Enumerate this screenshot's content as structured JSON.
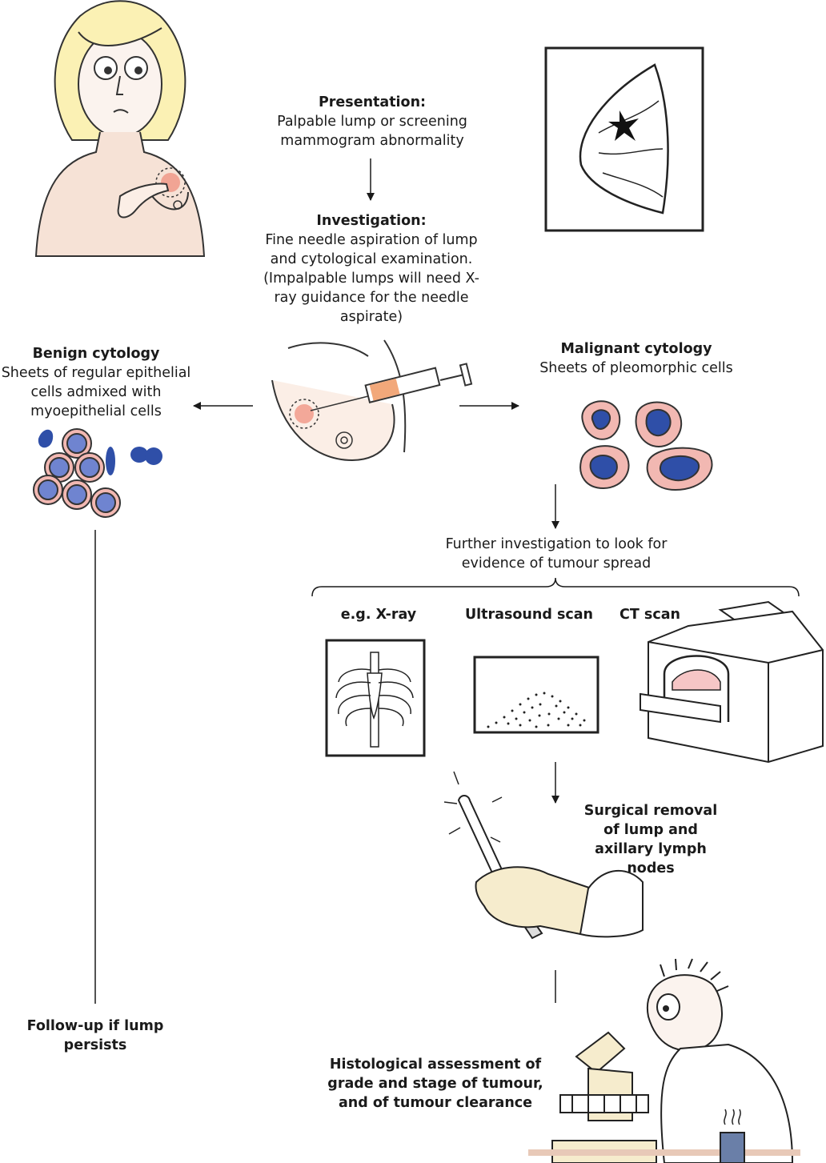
{
  "presentation": {
    "heading": "Presentation:",
    "text": "Palpable lump or screening mammogram abnormality"
  },
  "investigation": {
    "heading": "Investigation:",
    "text": "Fine needle aspiration of lump and cytological examination. (Impalpable lumps will need X-ray guidance for the needle aspirate)"
  },
  "benign": {
    "heading": "Benign cytology",
    "text": "Sheets of regular epithelial cells admixed with myoepithelial cells"
  },
  "malignant": {
    "heading": "Malignant cytology",
    "text": "Sheets of pleomorphic cells"
  },
  "further": {
    "text": "Further investigation to look for evidence of tumour spread"
  },
  "imaging": {
    "xray": "e.g. X-ray",
    "ultrasound": "Ultrasound scan",
    "ct": "CT scan"
  },
  "surgery": {
    "text": "Surgical removal of lump and axillary lymph nodes"
  },
  "followup": {
    "text": "Follow-up if lump persists"
  },
  "histology": {
    "text": "Histological assessment of grade and stage of tumour, and of tumour clearance"
  },
  "colors": {
    "cell_nucleus": "#2f4fa8",
    "cell_cytoplasm": "#f2b8b2",
    "skin": "#f6e2d6",
    "hair": "#fbf1b4",
    "lump": "#f08a78"
  }
}
